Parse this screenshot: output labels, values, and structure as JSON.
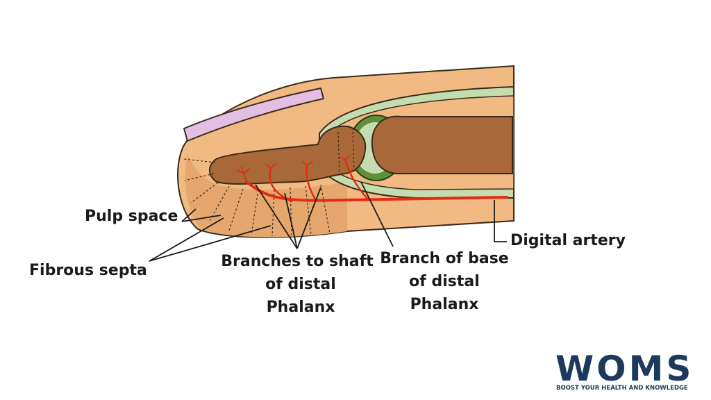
{
  "labels": {
    "pulp_space": "Pulp space",
    "fibrous_septa": "Fibrous septa",
    "branches_line1": "Branches to shaft",
    "branches_line2": "of distal",
    "branches_line3": "Phalanx",
    "base_line1": "Branch of base",
    "base_line2": "of distal",
    "base_line3": "Phalanx",
    "digital_artery": "Digital artery"
  },
  "logo": {
    "title": "WOMS",
    "tagline": "BOOST YOUR HEALTH AND KNOWLEDGE"
  },
  "colors": {
    "skin": "#f0ba82",
    "pulp": "#e5a76e",
    "bone": "#a8683a",
    "nail": "#e3c0e3",
    "tendon_sheath": "#c5dcb0",
    "joint_capsule": "#5f8f3a",
    "artery": "#e32a14",
    "logo_navy": "#1d3a5c"
  }
}
